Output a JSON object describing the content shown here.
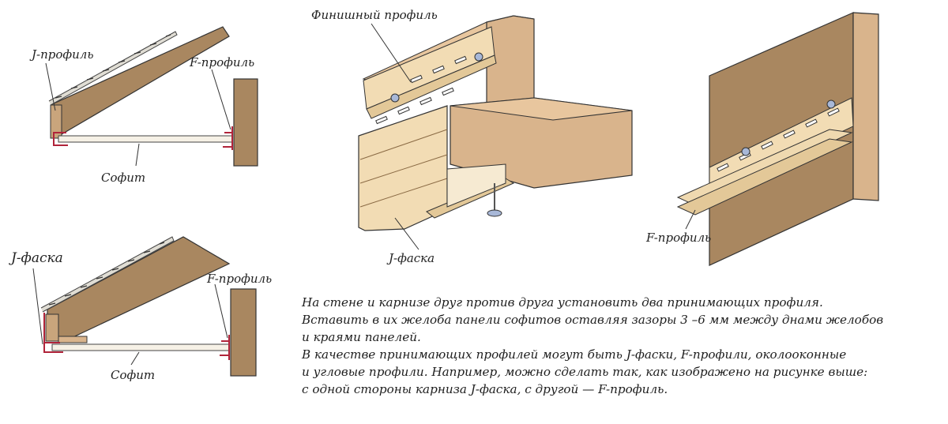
{
  "labels": {
    "d1_j_profile": "J-профиль",
    "d1_f_profile": "F-профиль",
    "d1_soffit": "Софит",
    "d2_j_fascia": "J-фаска",
    "d2_f_profile": "F-профиль",
    "d2_soffit": "Софит",
    "d3_finish_profile": "Финишный профиль",
    "d3_j_fascia": "J-фаска",
    "d4_f_profile": "F-профиль"
  },
  "caption": {
    "line1": "На стене и карнизе друг против друга установить два принимающих профиля.",
    "line2": "Вставить в их желоба панели софитов оставляя зазоры 3 –6 мм между днами желобов",
    "line3": "и краями панелей.",
    "line4": "В качестве принимающих профилей могут быть J-фаски, F-профили, околооконные",
    "line5": "и угловые профили. Например, можно сделать так, как изображено на рисунке выше:",
    "line6": "с одной стороны карниза J-фаска, с другой — F-профиль."
  },
  "colors": {
    "wood": "#a98760",
    "wood_light": "#d9b48c",
    "panel": "#f2dcb4",
    "panel_shade": "#e3c898",
    "outline": "#333333",
    "profile_red": "#b0243a"
  }
}
